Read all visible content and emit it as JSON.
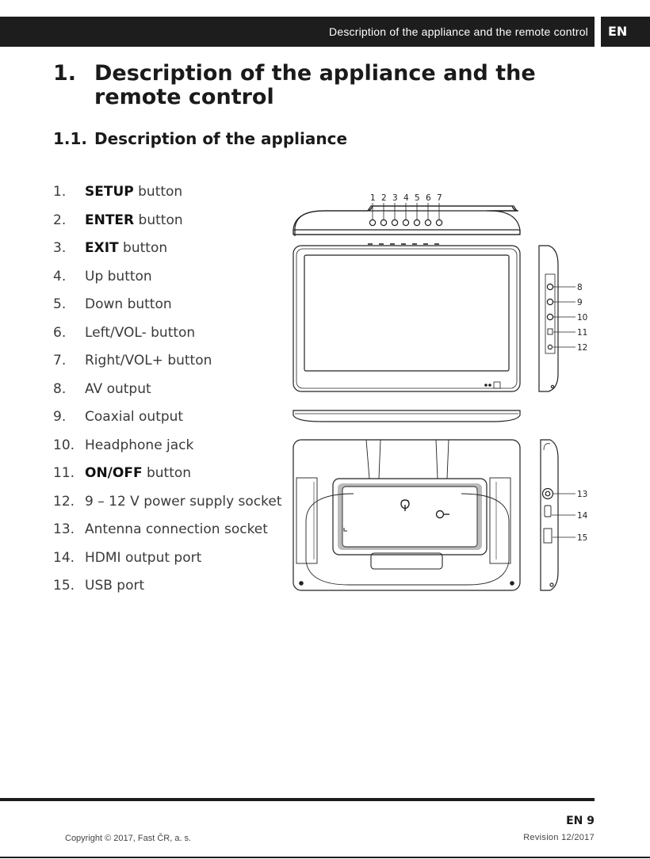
{
  "header": {
    "section_title": "Description of the appliance and the remote control",
    "language": "EN"
  },
  "heading1": {
    "number": "1.",
    "text": "Description of the appliance and the remote control"
  },
  "heading2": {
    "number": "1.1.",
    "text": "Description of the appliance"
  },
  "parts": [
    {
      "number": "1.",
      "bold": "SETUP",
      "text": " button"
    },
    {
      "number": "2.",
      "bold": "ENTER",
      "text": " button"
    },
    {
      "number": "3.",
      "bold": "EXIT",
      "text": " button"
    },
    {
      "number": "4.",
      "bold": "",
      "text": "Up button"
    },
    {
      "number": "5.",
      "bold": "",
      "text": "Down button"
    },
    {
      "number": "6.",
      "bold": "",
      "text": "Left/VOL- button"
    },
    {
      "number": "7.",
      "bold": "",
      "text": "Right/VOL+ button"
    },
    {
      "number": "8.",
      "bold": "",
      "text": "AV output"
    },
    {
      "number": "9.",
      "bold": "",
      "text": "Coaxial output"
    },
    {
      "number": "10.",
      "bold": "",
      "text": "Headphone jack"
    },
    {
      "number": "11.",
      "bold": "ON/OFF",
      "text": " button"
    },
    {
      "number": "12.",
      "bold": "",
      "text": "9 – 12 V power supply socket"
    },
    {
      "number": "13.",
      "bold": "",
      "text": "Antenna connection socket"
    },
    {
      "number": "14.",
      "bold": "",
      "text": "HDMI output port"
    },
    {
      "number": "15.",
      "bold": "",
      "text": "USB port"
    }
  ],
  "figure": {
    "callouts_top": [
      "1",
      "2",
      "3",
      "4",
      "5",
      "6",
      "7"
    ],
    "callouts_side": [
      "8",
      "9",
      "10",
      "11",
      "12"
    ],
    "callouts_back": [
      "13",
      "14",
      "15"
    ]
  },
  "footer": {
    "page": "EN 9",
    "copyright": "Copyright © 2017, Fast ČR, a. s.",
    "revision": "Revision 12/2017"
  }
}
